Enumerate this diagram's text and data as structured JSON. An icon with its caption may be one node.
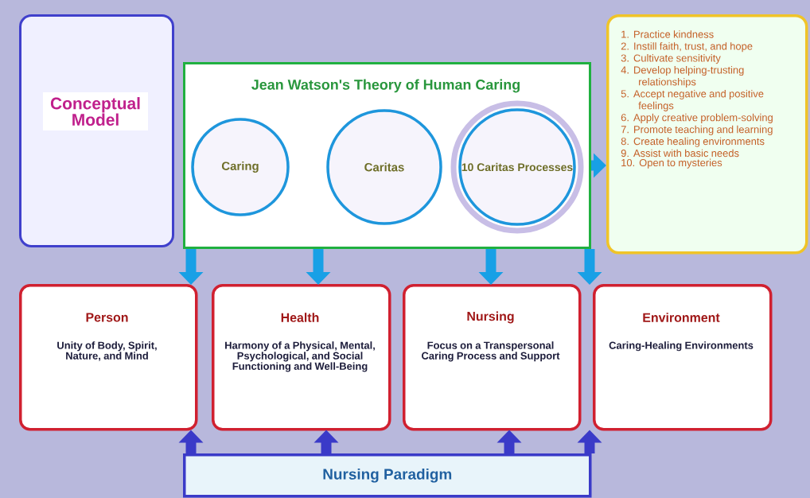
{
  "diagram": {
    "nodes": [
      {
        "text": [
          "Conceptual Model"
        ]
      },
      {
        "text": [
          "Jean Watson's Theory of Human Caring"
        ]
      },
      {
        "text": [
          "Caring"
        ],
        "in": 1
      },
      {
        "text": [
          "Caritas"
        ],
        "in": 1
      },
      {
        "text": [
          "10 Caritas Processes"
        ],
        "in": 1
      },
      {
        "text": [
          "1. Practice kindness",
          "2. Instill faith, trust, and hope",
          "3. Cultivate sensitivity",
          "4. Develop helping-trusting relationships",
          "5. Accept negative and positive feelings",
          "6. Apply creative problem-solving",
          "7. Promote teaching and learning",
          "8. Create healing environments",
          "9. Assist with basic needs",
          "10. Open to mysteries"
        ]
      },
      {
        "text": [
          "Person",
          "Unity of Body, Spirit, Nature, and Mind"
        ]
      },
      {
        "text": [
          "Health",
          "Harmony of a Physical, Mental, Psychological, and Social Functioning and Well-Being"
        ]
      },
      {
        "text": [
          "Nursing",
          "Focus on a Transpersonal Caring Process and Support"
        ]
      },
      {
        "text": [
          "Environment",
          "Caring-Healing Environments"
        ]
      },
      {
        "text": [
          "Nursing Paradigm"
        ]
      }
    ],
    "edges": [
      {
        "from": 1,
        "to": 5,
        "arrow": "to"
      },
      {
        "from": 1,
        "to": 6,
        "arrow": "to"
      },
      {
        "from": 1,
        "to": 7,
        "arrow": "to"
      },
      {
        "from": 1,
        "to": 8,
        "arrow": "to"
      },
      {
        "from": 1,
        "to": 9,
        "arrow": "to"
      },
      {
        "from": 10,
        "to": 6,
        "arrow": "to",
        "color": "#3a3ac8"
      },
      {
        "from": 10,
        "to": 7,
        "arrow": "to",
        "color": "#3a3ac8"
      },
      {
        "from": 10,
        "to": 8,
        "arrow": "to",
        "color": "#3a3ac8"
      },
      {
        "from": 10,
        "to": 9,
        "arrow": "to",
        "color": "#3a3ac8"
      }
    ]
  }
}
